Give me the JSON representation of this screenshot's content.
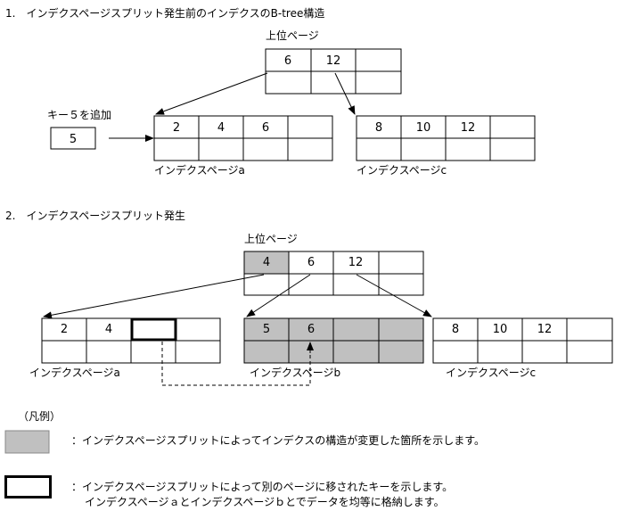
{
  "section1": {
    "title": "1.　インデクスページスプリット発生前のインデクスのB-tree構造",
    "top_page_label": "上位ページ",
    "top_page_keys": [
      "6",
      "12",
      ""
    ],
    "add_key_label": "キー５を追加",
    "add_key_value": "5",
    "page_a": {
      "label": "インデクスページa",
      "keys": [
        "2",
        "4",
        "6",
        ""
      ]
    },
    "page_c": {
      "label": "インデクスページc",
      "keys": [
        "8",
        "10",
        "12",
        ""
      ]
    }
  },
  "section2": {
    "title": "2.　インデクスページスプリット発生",
    "top_page_label": "上位ページ",
    "top_page_keys": [
      "4",
      "6",
      "12",
      ""
    ],
    "page_a": {
      "label": "インデクスページa",
      "keys": [
        "2",
        "4",
        "",
        ""
      ]
    },
    "page_b": {
      "label": "インデクスページb",
      "keys": [
        "5",
        "6",
        "",
        ""
      ]
    },
    "page_c": {
      "label": "インデクスページc",
      "keys": [
        "8",
        "10",
        "12",
        ""
      ]
    }
  },
  "legend": {
    "title": "（凡例）",
    "item1_text": "：インデクスページスプリットによってインデクスの構造が変更した箇所を示します。",
    "item2_text_line1": "：インデクスページスプリットによって別のページに移されたキーを示します。",
    "item2_text_line2": "インデクスページａとインデクスページｂとでデータを均等に格納します。"
  },
  "colors": {
    "changed_fill": "#c0c0c0",
    "line": "#000000",
    "background": "#ffffff"
  }
}
